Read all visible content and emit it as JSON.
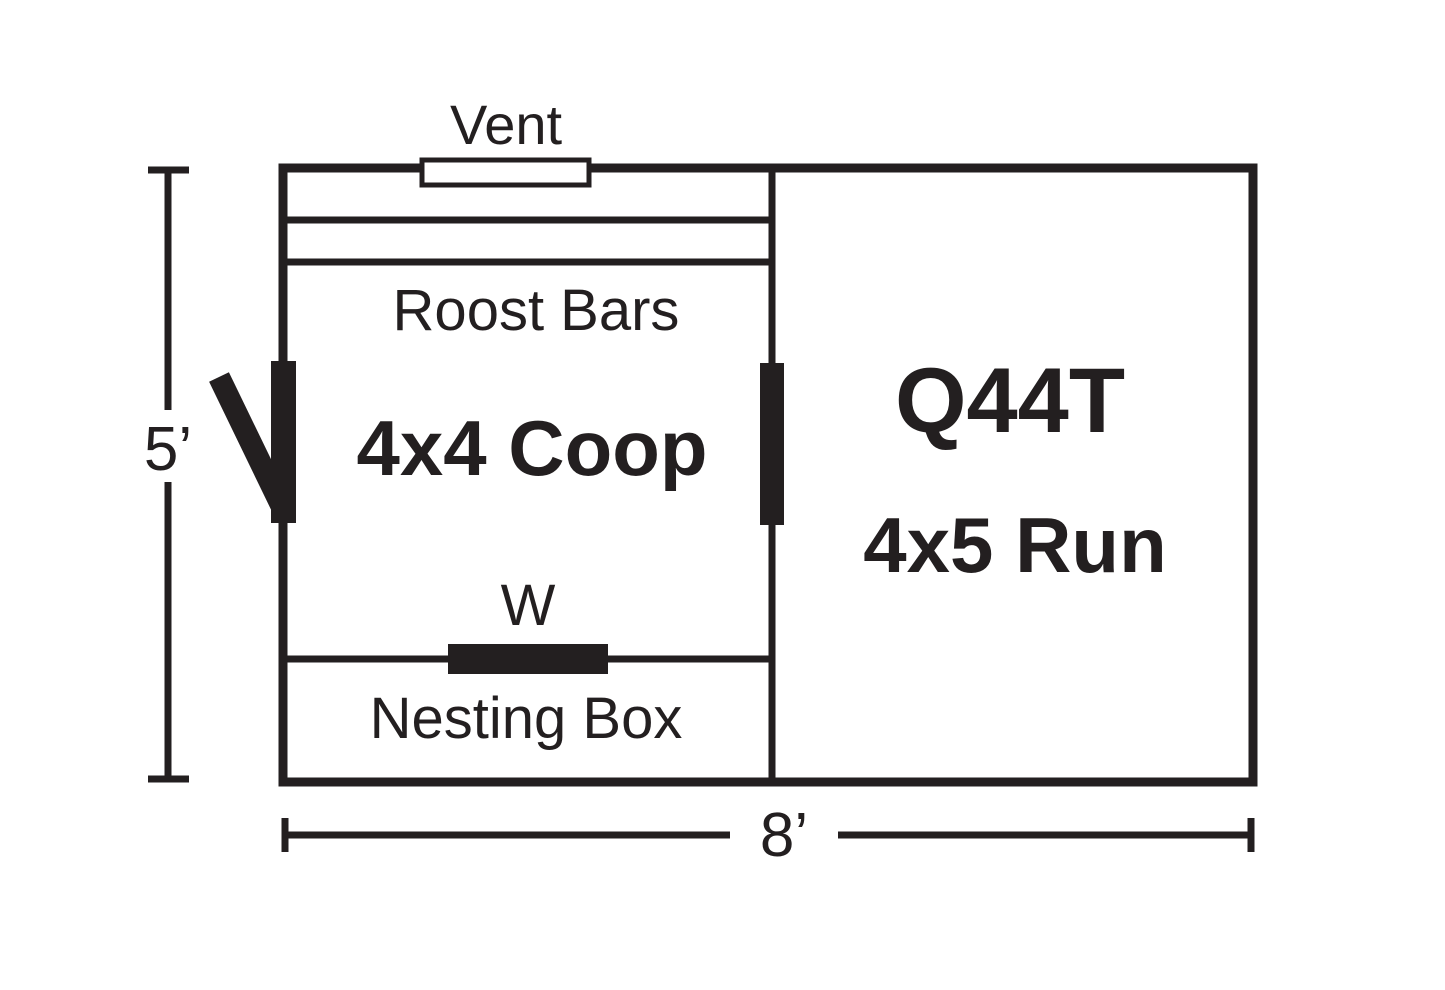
{
  "diagram": {
    "title_label": "Q44T",
    "ink_color": "#231f20",
    "background_color": "#ffffff",
    "coop": {
      "main_label": "4x4 Coop",
      "vent_label": "Vent",
      "roost_label": "Roost Bars",
      "window_label": "W",
      "nesting_label": "Nesting Box"
    },
    "run": {
      "model_label": "Q44T",
      "size_label": "4x5 Run"
    },
    "dimensions": {
      "height_label": "5’",
      "width_label": "8’"
    }
  },
  "chart_data": {
    "type": "diagram",
    "title": "Q44T",
    "subtitle": "4x5 Run",
    "description": "Floor plan of a chicken coop and run, plan view",
    "overall_size": {
      "width_ft": 8,
      "height_ft": 5
    },
    "zones": [
      {
        "name": "4x4 Coop",
        "width_ft": 4,
        "depth_ft": 4,
        "position": "left"
      },
      {
        "name": "4x5 Run",
        "width_ft": 4,
        "depth_ft": 5,
        "position": "right"
      }
    ],
    "features": [
      {
        "name": "Vent",
        "type": "vent",
        "location": "coop top wall, centered"
      },
      {
        "name": "Roost Bars",
        "type": "roost",
        "count": 2,
        "location": "coop upper area"
      },
      {
        "name": "W",
        "type": "window",
        "location": "coop lower wall, centered"
      },
      {
        "name": "Nesting Box",
        "type": "nesting-box",
        "location": "coop bottom section"
      },
      {
        "name": "Coop Door",
        "type": "swing-door",
        "location": "coop left exterior wall"
      },
      {
        "name": "Pop Door",
        "type": "door",
        "location": "coop/run dividing wall"
      }
    ],
    "annotations": [
      "5’",
      "8’"
    ]
  }
}
